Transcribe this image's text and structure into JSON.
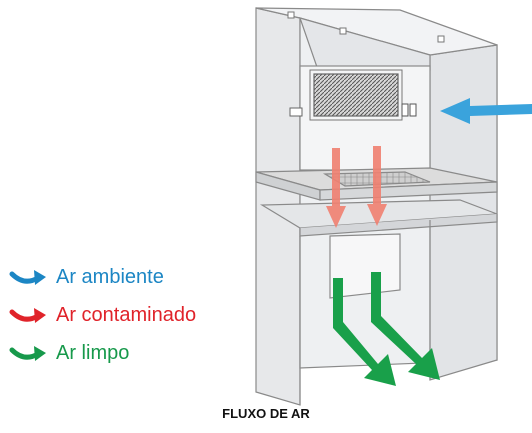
{
  "caption": "FLUXO DE AR",
  "legend": [
    {
      "label": "Ar ambiente",
      "color": "#1c86c4",
      "icon": "curved-arrow-icon"
    },
    {
      "label": "Ar contaminado",
      "color": "#e0232a",
      "icon": "curved-arrow-icon"
    },
    {
      "label": "Ar limpo",
      "color": "#17994b",
      "icon": "curved-arrow-icon"
    }
  ],
  "colors": {
    "ambient_arrow": "#3aa3dc",
    "contaminated_arrow": "#f08070",
    "clean_arrow": "#19a04a",
    "cabinet_line": "#8a8a8a",
    "cabinet_fill": "#e9eaec"
  }
}
